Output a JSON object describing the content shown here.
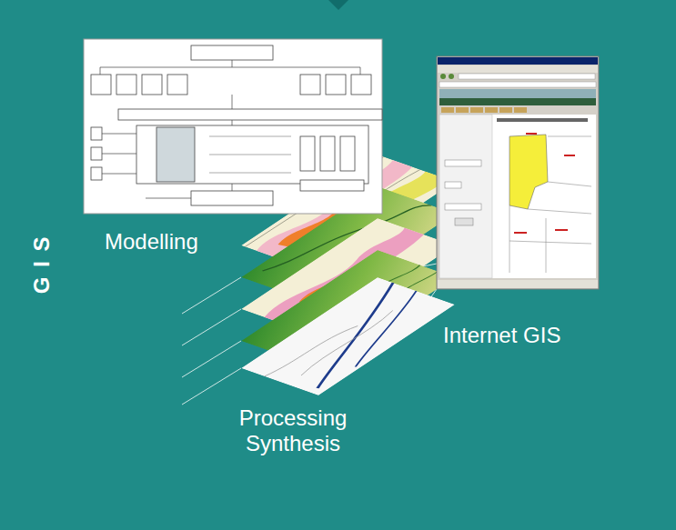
{
  "diagram": {
    "labels": [
      "G I S",
      "Modelling",
      "Internet GIS",
      "Processing Synthesis"
    ]
  }
}
